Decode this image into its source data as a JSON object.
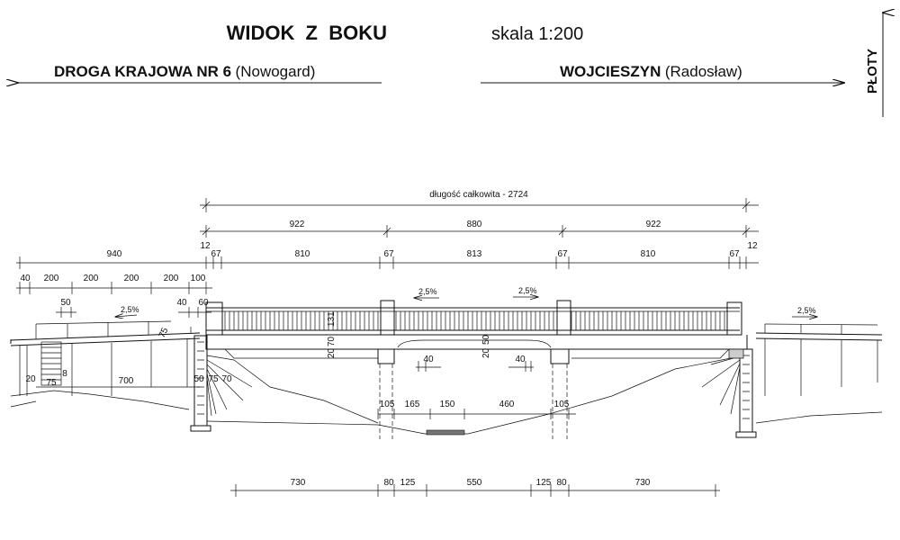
{
  "title": "WIDOK  Z  BOKU",
  "scale": "skala 1:200",
  "left_direction": {
    "bold": "DROGA KRAJOWA NR 6",
    "normal": "(Nowogard)"
  },
  "right_direction": {
    "bold": "WOJCIESZYN",
    "normal": "(Radosław)"
  },
  "vertical_label": "PŁOTY",
  "total_length": "długość całkowita - 2724",
  "spans": [
    "922",
    "880",
    "922"
  ],
  "span_details": [
    "12",
    "67",
    "810",
    "67",
    "813",
    "67",
    "810",
    "67",
    "12"
  ],
  "left_approach": [
    "940",
    "40",
    "200",
    "200",
    "200",
    "200",
    "100"
  ],
  "small_dims": [
    "50",
    "40",
    "60",
    "75",
    "131",
    "20",
    "70",
    "20",
    "50",
    "40",
    "40",
    "20",
    "8",
    "75",
    "700",
    "50",
    "75",
    "70"
  ],
  "bottom_dims": [
    "105",
    "165",
    "150",
    "460",
    "105"
  ],
  "foundation_dims": [
    "730",
    "80",
    "125",
    "550",
    "125",
    "80",
    "730"
  ],
  "slopes": [
    "2,5%",
    "2,5%",
    "2,5%",
    "2,5%"
  ]
}
